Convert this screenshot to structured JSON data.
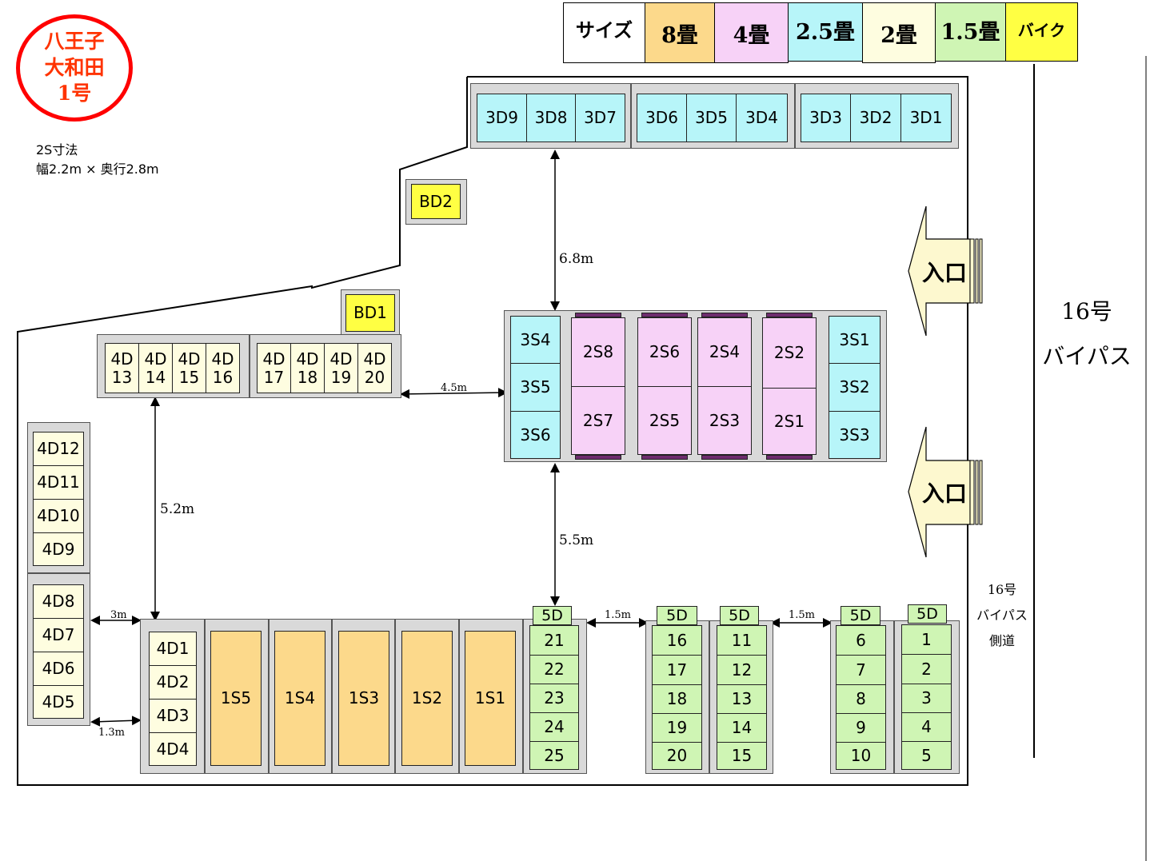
{
  "stamp": {
    "line1": "八王子",
    "line2": "大和田",
    "line3": "1号"
  },
  "note": {
    "line1": "2S寸法",
    "line2": "幅2.2m × 奥行2.8m"
  },
  "legend": {
    "title": "サイズ",
    "items": [
      {
        "label": "8畳",
        "color": "#fcd98b"
      },
      {
        "label": "4畳",
        "color": "#f7d2f7"
      },
      {
        "label": "2.5畳",
        "color": "#b7f5f9"
      },
      {
        "label": "2畳",
        "color": "#fefde0"
      },
      {
        "label": "1.5畳",
        "color": "#cff5b4"
      },
      {
        "label": "バイク",
        "color": "#ffff43"
      }
    ]
  },
  "road": {
    "line1": "16号",
    "line2": "バイパス"
  },
  "side_road": {
    "line1": "16号",
    "line2": "バイパス",
    "line3": "側道"
  },
  "entrances": [
    "入口",
    "入口"
  ],
  "units": {
    "row3d": [
      "3D9",
      "3D8",
      "3D7",
      "3D6",
      "3D5",
      "3D4",
      "3D3",
      "3D2",
      "3D1"
    ],
    "bike": [
      "BD2",
      "BD1"
    ],
    "row4d_top": [
      {
        "l1": "4D",
        "l2": "13"
      },
      {
        "l1": "4D",
        "l2": "14"
      },
      {
        "l1": "4D",
        "l2": "15"
      },
      {
        "l1": "4D",
        "l2": "16"
      },
      {
        "l1": "4D",
        "l2": "17"
      },
      {
        "l1": "4D",
        "l2": "18"
      },
      {
        "l1": "4D",
        "l2": "19"
      },
      {
        "l1": "4D",
        "l2": "20"
      }
    ],
    "col3s_left": [
      "3S4",
      "3S5",
      "3S6"
    ],
    "col3s_right": [
      "3S1",
      "3S2",
      "3S3"
    ],
    "s2_top": [
      "2S8",
      "2S6",
      "2S4",
      "2S2"
    ],
    "s2_bottom": [
      "2S7",
      "2S5",
      "2S3",
      "2S1"
    ],
    "col4d_left_a": [
      "4D12",
      "4D11",
      "4D10",
      "4D9"
    ],
    "col4d_left_b": [
      "4D8",
      "4D7",
      "4D6",
      "4D5"
    ],
    "col4d_small": [
      "4D1",
      "4D2",
      "4D3",
      "4D4"
    ],
    "row1s": [
      "1S5",
      "1S4",
      "1S3",
      "1S2",
      "1S1"
    ],
    "tag5d": "5D",
    "col5d_a": [
      "21",
      "22",
      "23",
      "24",
      "25"
    ],
    "col5d_b": [
      "16",
      "17",
      "18",
      "19",
      "20"
    ],
    "col5d_c": [
      "11",
      "12",
      "13",
      "14",
      "15"
    ],
    "col5d_d": [
      "6",
      "7",
      "8",
      "9",
      "10"
    ],
    "col5d_e": [
      "1",
      "2",
      "3",
      "4",
      "5"
    ]
  },
  "dimensions": {
    "d68": "6.8m",
    "d45": "4.5m",
    "d52": "5.2m",
    "d55": "5.5m",
    "d3": "3m",
    "d13": "1.3m",
    "d15a": "1.5m",
    "d15b": "1.5m"
  }
}
